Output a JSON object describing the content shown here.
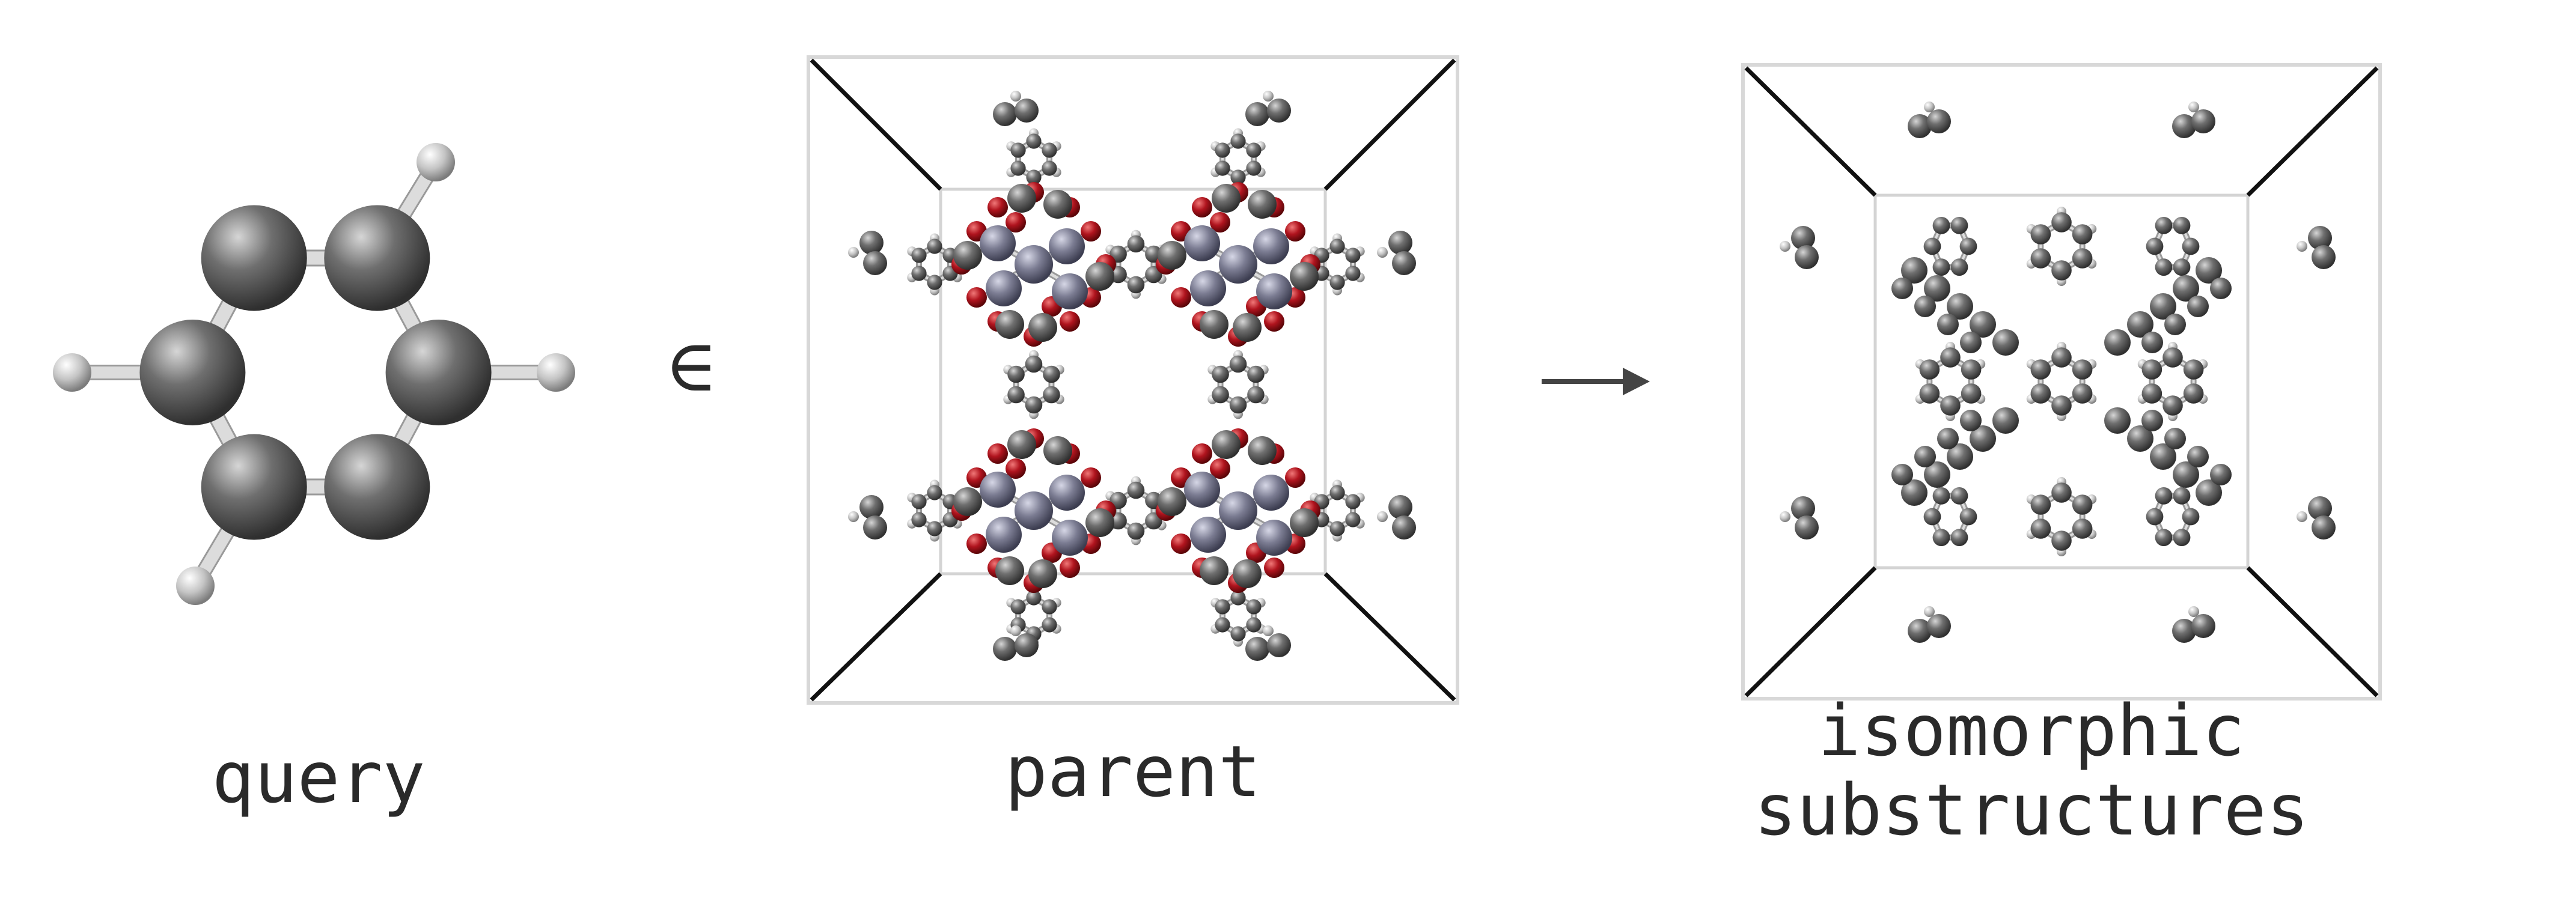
{
  "panels": {
    "query": {
      "label": "query"
    },
    "parent": {
      "label": "parent"
    },
    "result": {
      "label_line1": "isomorphic",
      "label_line2": "substructures"
    }
  },
  "symbols": {
    "element_of": "∈",
    "arrow": "right-arrow-icon"
  },
  "colors": {
    "carbon": "#6e6e6e",
    "hydrogen": "#cfcfcf",
    "oxygen": "#b0141e",
    "zinc": "#7b7c92",
    "bond": "#bdbdbd",
    "frame": "#111111",
    "inner_frame": "#d4d4d4",
    "text": "#2a2a2a"
  }
}
